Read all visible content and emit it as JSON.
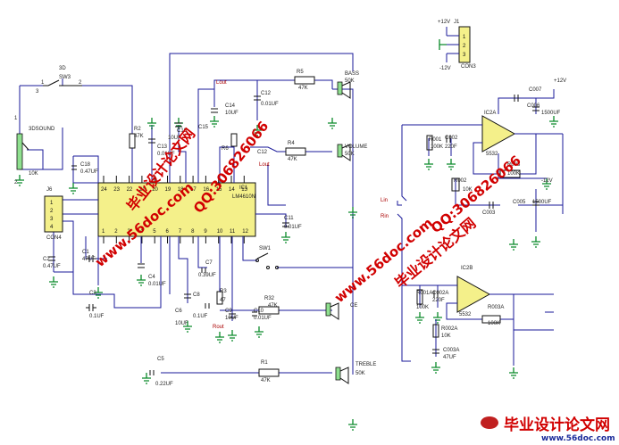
{
  "ic": {
    "name": "IC1",
    "part": "LM4610N",
    "top_pins": [
      "24",
      "23",
      "22",
      "21",
      "20",
      "19",
      "18",
      "17",
      "16",
      "15",
      "14",
      "13"
    ],
    "bottom_pins": [
      "1",
      "2",
      "3",
      "4",
      "5",
      "6",
      "7",
      "8",
      "9",
      "10",
      "11",
      "12"
    ]
  },
  "labels": {
    "sw3": "3D",
    "sw3_ref": "SW3",
    "sw3_p1": "1",
    "sw3_p2": "2",
    "sw3_p3": "3",
    "sound3d": "3DSOUND",
    "pot_3d": "10K",
    "pot_pin1": "1",
    "pot_pin2": "2",
    "j6": "J6",
    "con4": "CON4",
    "r2": "R2",
    "r2v": "47K",
    "r5": "R5",
    "r5v": "47K",
    "bass": "BASS",
    "bass_v": "50K",
    "c12": "C12",
    "c12v": "0.01UF",
    "c13": "C13",
    "c13v": "0.01UF",
    "c14": "C14",
    "c14v": "10UF",
    "c15": "C15",
    "c16": "C16",
    "c16v": "10UF",
    "r6": "R6",
    "c12b": "C12",
    "r4": "R4",
    "r4v": "47K",
    "volume": "VOLUME",
    "volume_v": "50K",
    "c18": "C18",
    "c18v": "0.47UF",
    "c11": "C11",
    "c11v": "0.01UF",
    "c2": "C2",
    "c2v": "0.47UF",
    "c1": "C1",
    "c1v": "47UF",
    "c3": "C3",
    "c3v": "0.1UF",
    "c4": "C4",
    "c4v": "0.01UF",
    "c6": "C6",
    "c6v": "10UF",
    "c8": "C8",
    "c8v": "0.1UF",
    "c7": "C7",
    "c7v": "0.39UF",
    "r3": "R3",
    "r3v": "47",
    "c9": "C9",
    "c9v": "10UF",
    "c10": "C10",
    "c10v": "0.01UF",
    "sw1": "SW1",
    "r32": "R32",
    "r32v": "47K",
    "ce": "CE",
    "c5": "C5",
    "c5v": "0.22UF",
    "r1": "R1",
    "r1v": "47K",
    "treble": "TREBLE",
    "treble_v": "50K",
    "lout": "Lout",
    "rout": "Rout",
    "lout2": "Lout",
    "j1": "J1",
    "con3": "CON3",
    "p12": "+12V",
    "m12": "-12V",
    "ic2a": "IC2A",
    "n5532": "5532",
    "c007": "C007",
    "c006": "C006",
    "c006v": "1500UF",
    "c002": "C002",
    "c002v": "220F",
    "r001": "R001",
    "r001v": "100K",
    "r003": "R003",
    "r003v": "100K",
    "r002": "R002",
    "r002v": "10K",
    "c003": "C003",
    "c005": "C005",
    "c005v": "1500UF",
    "ic2b": "IC2B",
    "n5532b": "5532",
    "c002a": "C002A",
    "c002av": "220F",
    "r001a": "R001A",
    "r001av": "100K",
    "r003a": "R003A",
    "r003av": "100K",
    "r002a": "R002A",
    "r002av": "10K",
    "c003a": "C003A",
    "c003av": "47UF",
    "lin": "Lin",
    "rin": "Rin",
    "p12b": "+12V",
    "m12b": "-12V"
  },
  "watermarks": {
    "site": "www.56doc.com",
    "qq": "QQ:306826066",
    "title_cn": "毕业设计论文网",
    "footer_cn": "毕业设计论文网",
    "footer_url": "www.56doc.com"
  },
  "colors": {
    "wire": "#1a1a9a",
    "ground": "#0a8a2a",
    "watermark": "#d10000",
    "pot": "#8fe08f"
  }
}
